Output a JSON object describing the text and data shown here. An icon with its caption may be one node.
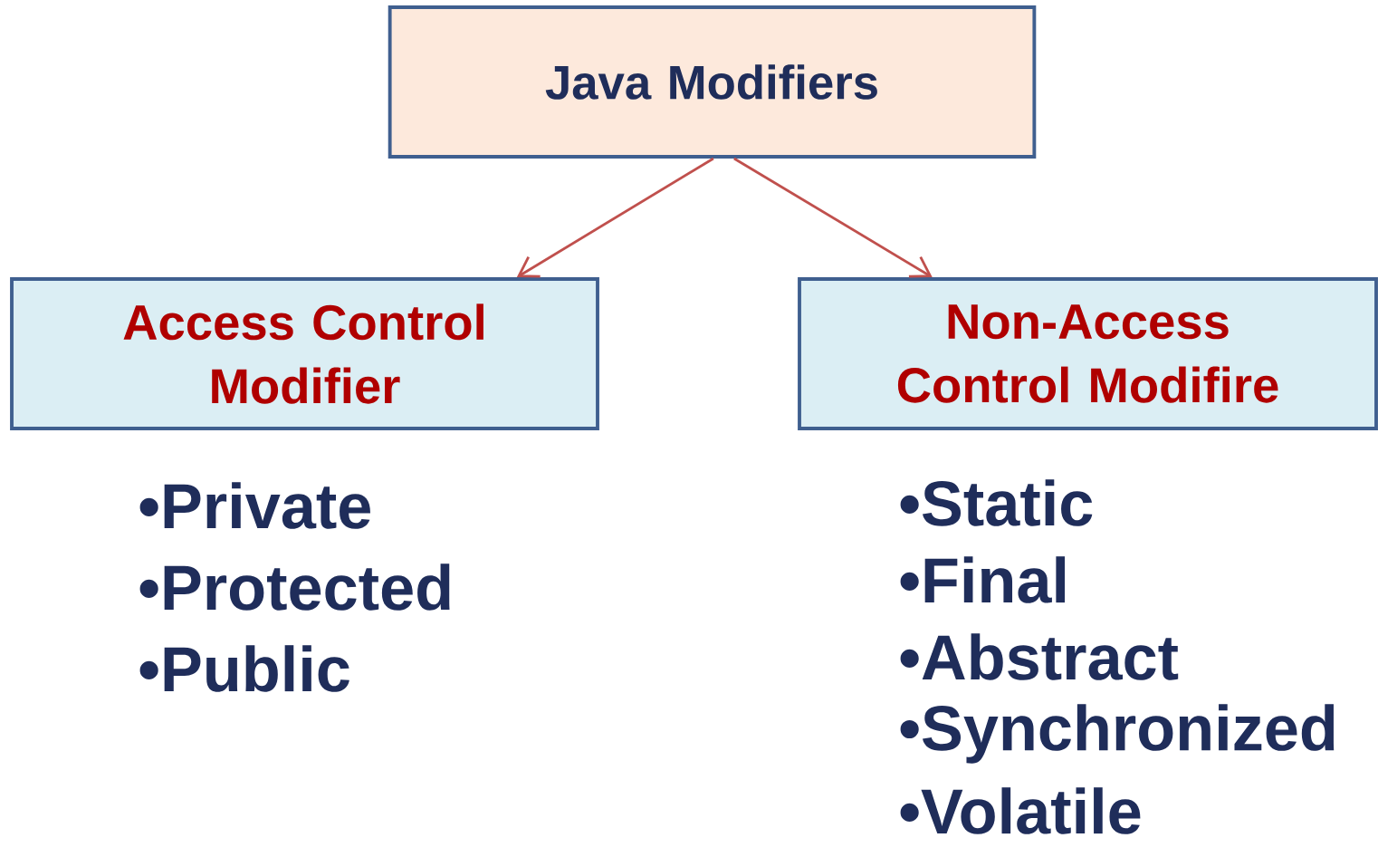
{
  "diagram": {
    "nodes": [
      {
        "text": [
          "Java Modifiers"
        ]
      },
      {
        "text": [
          "Access Control Modifier"
        ]
      },
      {
        "text": [
          "Non-Access Control Modifire"
        ]
      }
    ],
    "edges": [
      {
        "from": 0,
        "to": 1,
        "arrow": "to"
      },
      {
        "from": 0,
        "to": 2,
        "arrow": "to"
      }
    ],
    "labels": [
      "•Private",
      "•Protected",
      "•Public",
      "•Static",
      "•Final",
      "•Abstract",
      "•Synchronized",
      "•Volatile"
    ]
  }
}
